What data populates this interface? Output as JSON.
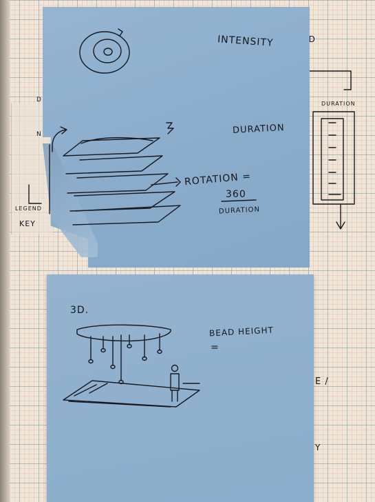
{
  "note_top": {
    "label_intensity": "INTENSITY",
    "label_duration": "DURATION",
    "label_rotation": "ROTATION =",
    "label_rotation_value": "360",
    "label_rotation_divisor": "DURATION",
    "label_stack_mark": "Σ"
  },
  "note_bottom": {
    "label_3d": "3D.",
    "label_bead_height": "BEAD HEIGHT",
    "label_equals": "="
  },
  "background_page": {
    "label_ed": "ED",
    "label_duration": "DURATION",
    "label_legend": "LEGEND",
    "label_key": "KEY",
    "label_d": "D",
    "label_n": "N",
    "label_e": "E /",
    "label_y": "Y"
  },
  "colors": {
    "sticky_note": "#8fb0cd",
    "ink": "#17191f",
    "paper": "#efe6d8",
    "grid": "#7896aa"
  }
}
